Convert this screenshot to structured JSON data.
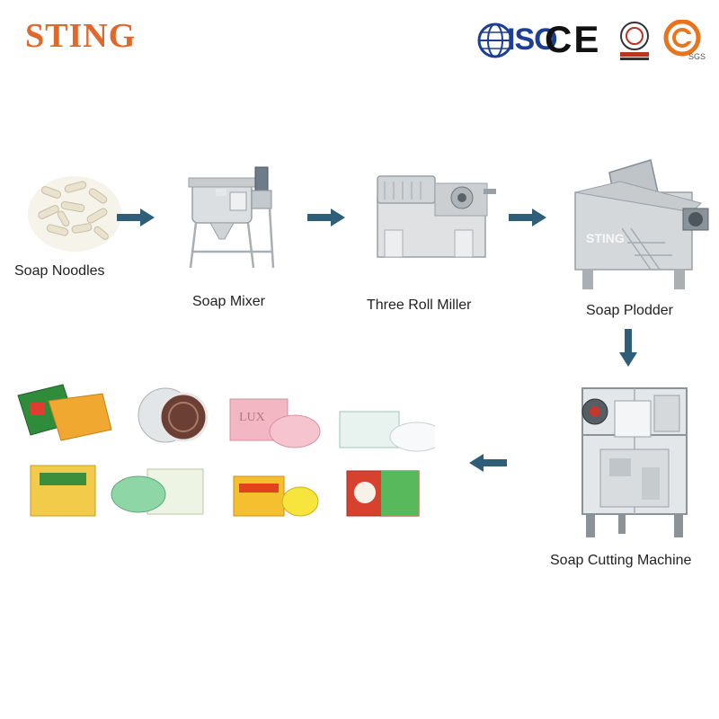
{
  "header": {
    "brand": "STING",
    "certs": {
      "iso": "ISO",
      "ce": "CE",
      "sgs": "SGS"
    }
  },
  "steps": [
    {
      "label": "Soap Noodles"
    },
    {
      "label": "Soap Mixer"
    },
    {
      "label": "Three Roll Miller"
    },
    {
      "label": "Soap Plodder"
    },
    {
      "label": "Soap Cutting Machine"
    }
  ],
  "products": {
    "label": ""
  },
  "colors": {
    "brand": "#e0682a",
    "arrow": "#2f5f78",
    "iso": "#1c3f94",
    "machine": "#d8dadc"
  }
}
